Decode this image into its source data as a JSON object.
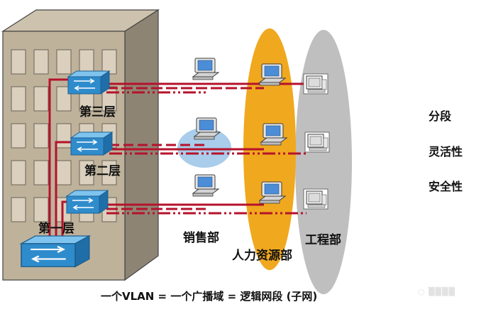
{
  "floors": [
    "第三层",
    "第二层",
    "第一层"
  ],
  "departments": {
    "sales": "销售部",
    "hr": "人力资源部",
    "engineering": "工程部"
  },
  "features": [
    "分段",
    "灵活性",
    "安全性"
  ],
  "caption": "一个VLAN = 一个广播域 = 逻辑网段 (子网)",
  "colors": {
    "vlan_line": "#b5122b",
    "hr_ellipse": "#f0a81e",
    "engineering_ellipse": "#bfbfbf",
    "sales_highlight": "#a9cdea",
    "switch": "#2f8ccc",
    "building": "#bfb29b"
  }
}
